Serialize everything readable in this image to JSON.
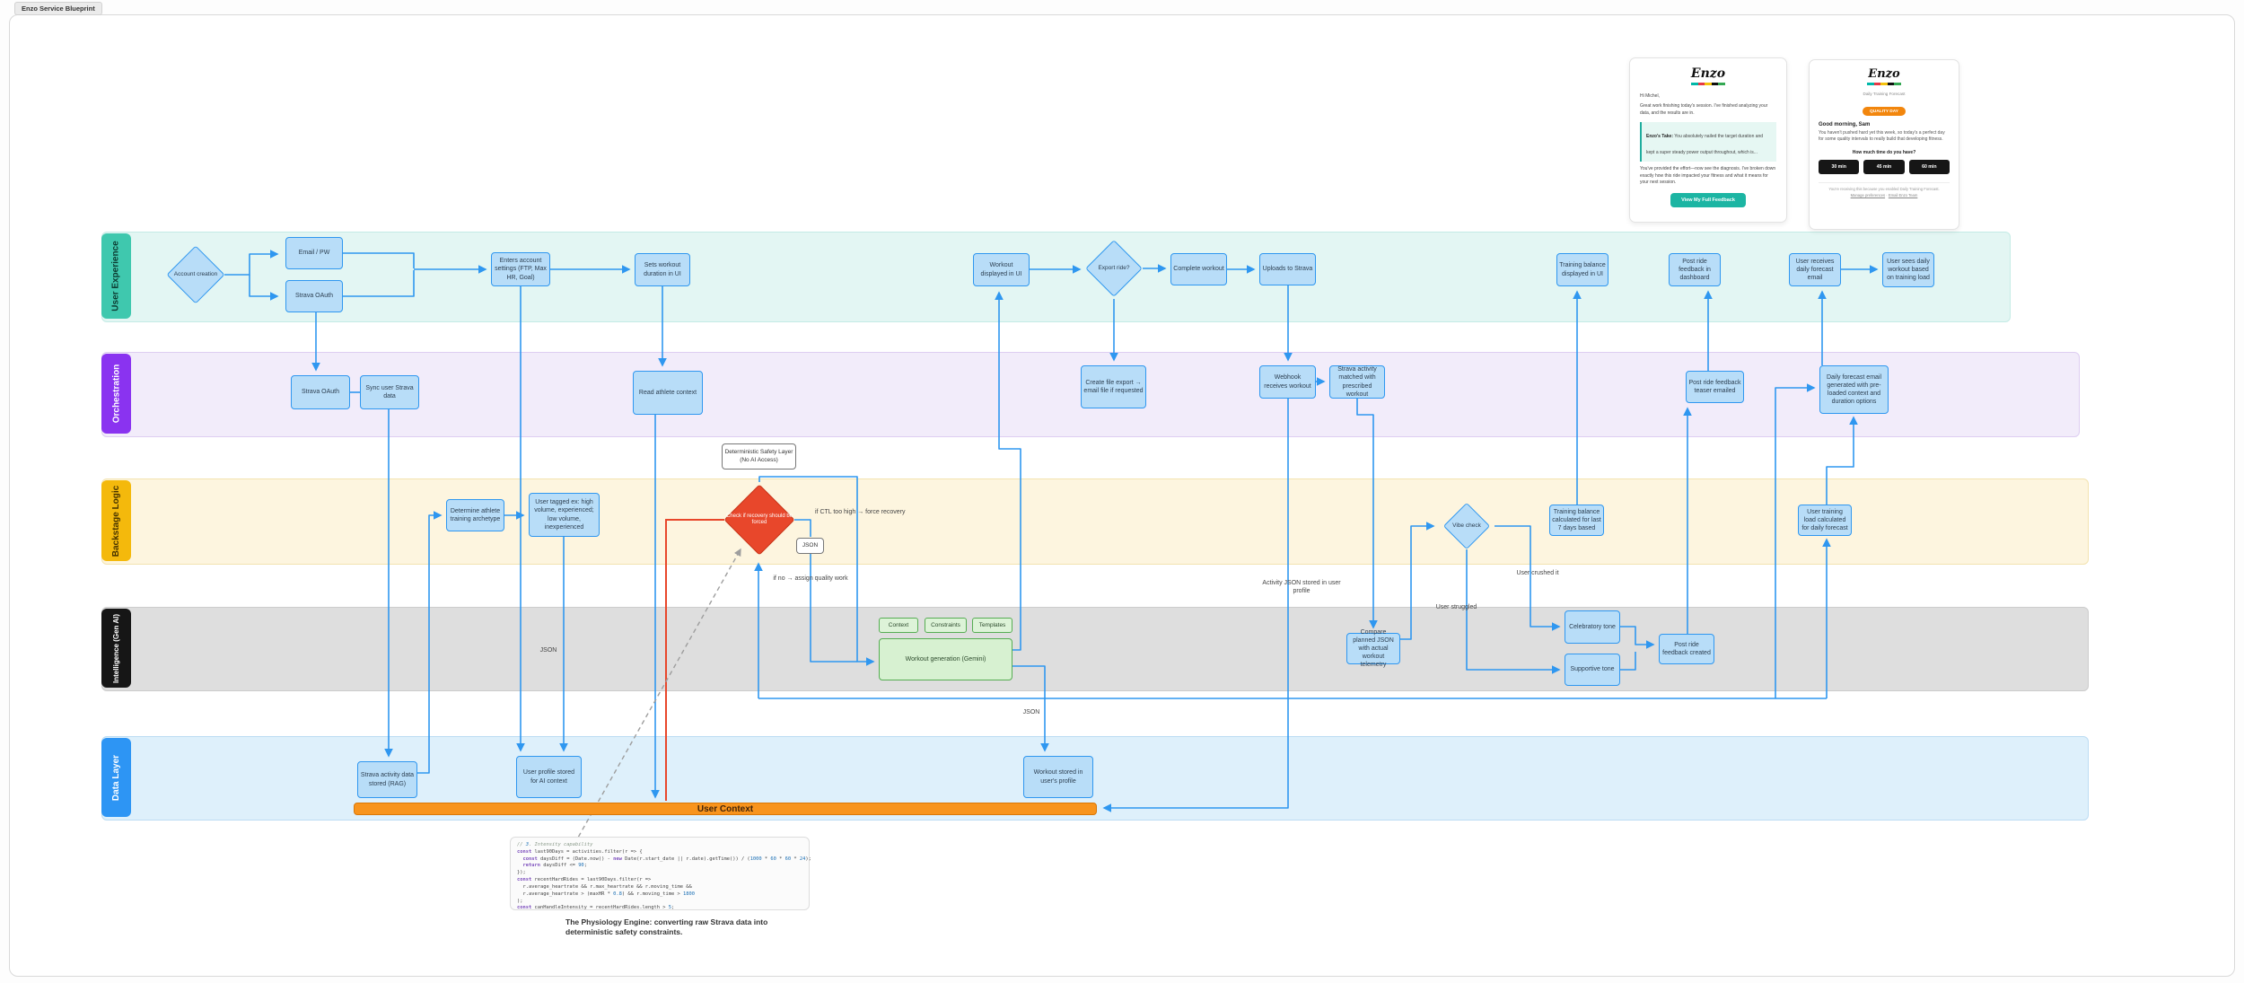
{
  "title": "Enzo Service Blueprint",
  "colors": {
    "accent_blue": "#2f97f0",
    "alert_red": "#e8472b",
    "context_orange": "#f8941d",
    "ux_teal": "#3fc8ae",
    "orchestration_purple": "#8a33f0",
    "backstage_yellow": "#f4b90c",
    "intelligence_black": "#161616",
    "data_blue": "#2d95f4",
    "gen_ai_green": "#56ad53",
    "email_teal": "#1cb5a3",
    "forecast_orange": "#f2860d"
  },
  "lanes": [
    {
      "label": "User Experience"
    },
    {
      "label": "Orchestration"
    },
    {
      "label": "Backstage Logic"
    },
    {
      "label": "Intelligence (Gen AI)"
    },
    {
      "label": "Data Layer"
    }
  ],
  "nodes": {
    "account_creation": "Account creation",
    "email_pw": "Email / PW",
    "strava_oauth_ux": "Strava OAuth",
    "enters_account": "Enters account settings (FTP, Max HR, Goal)",
    "sets_workout": "Sets workout duration in UI",
    "workout_displayed": "Workout displayed in UI",
    "export_ride": "Export ride?",
    "complete_workout": "Complete workout",
    "uploads_strava": "Uploads to Strava",
    "training_balance_ui": "Training balance displayed in UI",
    "post_ride_dashboard": "Post ride feedback in dashboard",
    "user_receives_email": "User receives daily forecast email",
    "user_sees_daily": "User sees daily workout based on training load",
    "strava_oauth_orch": "Strava OAuth",
    "sync_strava": "Sync user Strava data",
    "read_athlete": "Read athlete context",
    "create_file_export": "Create file export → email file if requested",
    "webhook_receives": "Webhook receives workout",
    "strava_matched": "Strava activity matched with prescribed workout",
    "teaser_emailed": "Post ride feedback teaser emailed",
    "daily_forecast_gen": "Daily forecast email generated with pre-loaded context and duration options",
    "determine_archetype": "Determine athlete training archetype",
    "user_tagged": "User tagged ex: high volume, experienced; low volume, inexperienced",
    "safety_label": "Deterministic Safety Layer (No AI Access)",
    "check_recovery": "Check if recovery should be forced",
    "json_gate": "JSON",
    "vibe_check": "Vibe check",
    "training_balance_calc": "Training balance calculated for last 7 days based",
    "user_training_load": "User training load calculated for daily forecast",
    "chip_context": "Context",
    "chip_constraints": "Constraints",
    "chip_templates": "Templates",
    "workout_gen": "Workout generation (Gemini)",
    "compare_planned": "Compare planned JSON with actual workout telemetry",
    "celebratory": "Celebratory tone",
    "supportive": "Supportive tone",
    "post_ride_created": "Post ride feedback created",
    "strava_rag": "Strava activity data stored (RAG)",
    "user_profile_stored": "User profile stored for AI context",
    "workout_stored": "Workout stored in user's profile"
  },
  "flow_labels": {
    "ctl_high": "if CTL too high → force recovery",
    "if_no": "if no → assign quality work",
    "json_left": "JSON",
    "json_mid": "JSON",
    "activity_json": "Activity JSON stored in user profile",
    "user_crushed": "User crushed it",
    "user_struggled": "User struggled",
    "user_context": "User Context"
  },
  "email_feedback": {
    "logo": "Enzo",
    "greeting": "Hi Michel,",
    "para1": "Great work finishing today's session. I've finished analyzing your data, and the results are in.",
    "quote_label": "Enzo's Take:",
    "quote_text": " You absolutely nailed the target duration and kept a super steady power output throughout, which is...",
    "para2": "You've provided the effort—now see the diagnosis. I've broken down exactly how this ride impacted your fitness and what it means for your next session.",
    "cta": "View My Full Feedback"
  },
  "email_forecast": {
    "logo": "Enzo",
    "subtitle": "Daily Training Forecast",
    "badge": "QUALITY DAY",
    "greeting": "Good morning, Sam",
    "para": "You haven't pushed hard yet this week, so today's a perfect day for some quality intervals to really build that developing fitness.",
    "question": "How much time do you have?",
    "options": [
      "30 min",
      "45 min",
      "60 min"
    ],
    "footer": "You're receiving this because you enabled Daily Training Forecast.",
    "link1": "Manage preferences",
    "link_sep": "·",
    "link2": "Email Enzo Team"
  },
  "code": {
    "text": "// 3. Intensity capability\nconst last90Days = activities.filter(r => {\n  const daysDiff = (Date.now() - new Date(r.start_date || r.date).getTime()) / (1000 * 60 * 60 * 24);\n  return daysDiff <= 90;\n});\nconst recentHardRides = last90Days.filter(r =>\n  r.average_heartrate && r.max_heartrate && r.moving_time &&\n  r.average_heartrate > (maxHR * 0.8) && r.moving_time > 1800\n);\nconst canHandleIntensity = recentHardRides.length > 5;",
    "caption": "The Physiology Engine: converting raw Strava data into deterministic safety constraints."
  }
}
